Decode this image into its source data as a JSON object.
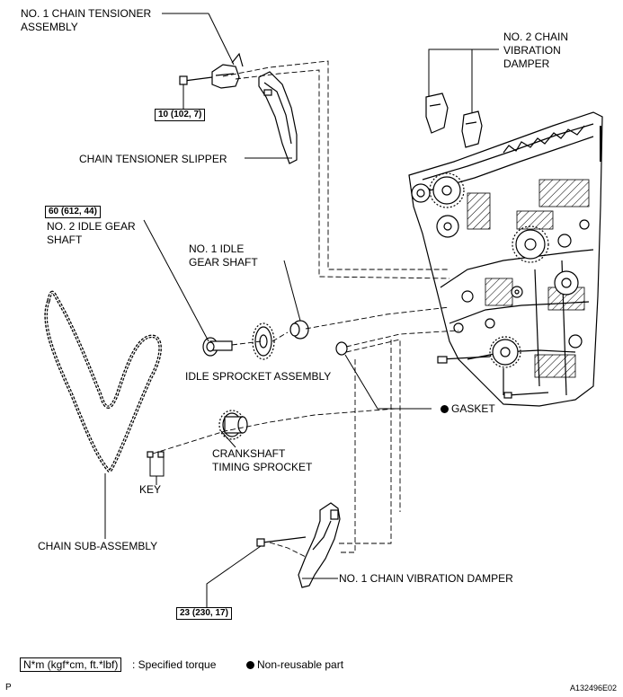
{
  "labels": {
    "tensioner_assembly": "NO. 1 CHAIN TENSIONER\nASSEMBLY",
    "vibration_damper_2": "NO. 2 CHAIN\nVIBRATION\nDAMPER",
    "tensioner_slipper": "CHAIN TENSIONER SLIPPER",
    "idle_gear_shaft_2": "NO. 2 IDLE GEAR\nSHAFT",
    "idle_gear_shaft_1": "NO. 1 IDLE\nGEAR SHAFT",
    "idle_sprocket": "IDLE SPROCKET ASSEMBLY",
    "gasket": "GASKET",
    "crank_sprocket": "CRANKSHAFT\nTIMING SPROCKET",
    "key": "KEY",
    "chain_sub": "CHAIN SUB-ASSEMBLY",
    "vibration_damper_1": "NO. 1 CHAIN VIBRATION DAMPER"
  },
  "torques": {
    "tensioner_bolt": "10 (102, 7)",
    "idle_shaft_bolt": "60 (612, 44)",
    "damper_bolt": "23 (230, 17)"
  },
  "legend": {
    "torque_unit": "N*m (kgf*cm, ft.*lbf)",
    "torque_text": ": Specified torque",
    "nonreusable_text": "Non-reusable part"
  },
  "corner": {
    "left": "P",
    "right": "A132496E02"
  }
}
